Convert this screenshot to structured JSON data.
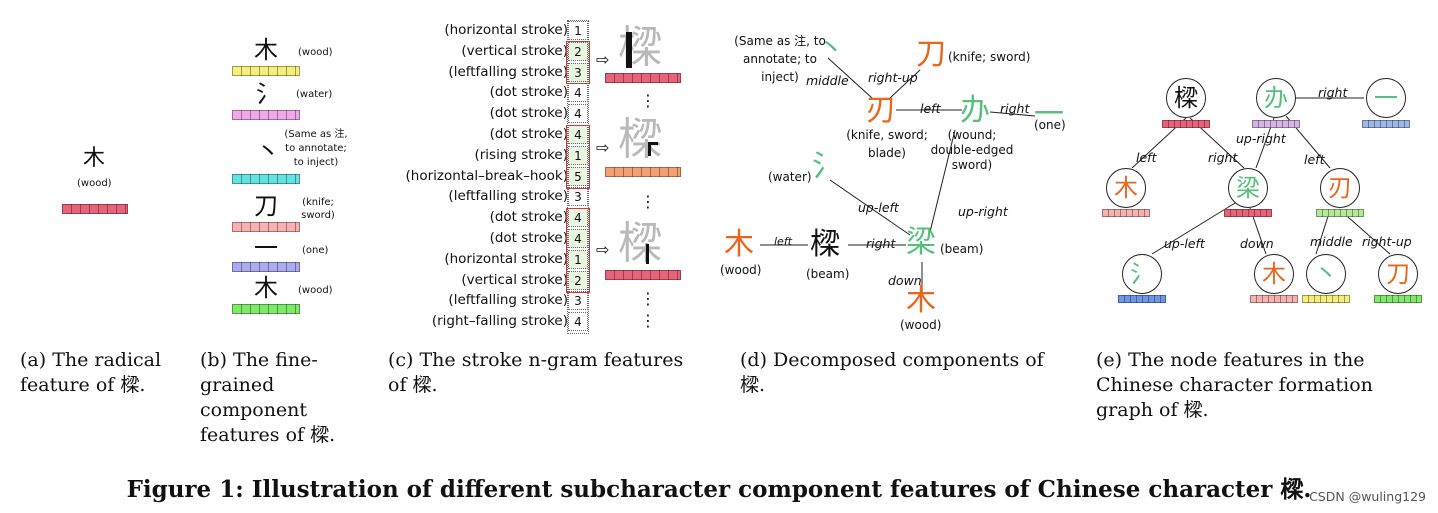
{
  "colors": {
    "red": "#e8637a",
    "yellow": "#f3ef7a",
    "pink": "#f0a8e8",
    "cyan": "#62e3e3",
    "salmon": "#f7b1b0",
    "lavender": "#adaaee",
    "green": "#7eea6a",
    "orange": "#f3a172",
    "blue": "#6f95e8",
    "orange_hz": "#e9661e",
    "green_hz": "#55c07a"
  },
  "panel_a": {
    "char": "木",
    "gloss": "(wood)",
    "caption": "(a) The radical feature of 樑."
  },
  "panel_b": {
    "items": [
      {
        "char": "木",
        "gloss": "(wood)"
      },
      {
        "char": "氵",
        "gloss": "(water)"
      },
      {
        "char": "丶",
        "gloss": "(Same as 注, to annotate; to inject)"
      },
      {
        "char": "刀",
        "gloss": "(knife; sword)"
      },
      {
        "char": "一",
        "gloss": "(one)"
      },
      {
        "char": "木",
        "gloss": "(wood)"
      }
    ],
    "caption": "(b) The fine-grained component features of 樑."
  },
  "panel_c": {
    "strokes": [
      {
        "name": "(horizontal stroke)",
        "num": "1"
      },
      {
        "name": "(vertical stroke)",
        "num": "2"
      },
      {
        "name": "(leftfalling stroke)",
        "num": "3"
      },
      {
        "name": "(dot stroke)",
        "num": "4"
      },
      {
        "name": "(dot stroke)",
        "num": "4"
      },
      {
        "name": "(dot stroke)",
        "num": "4"
      },
      {
        "name": "(rising stroke)",
        "num": "1"
      },
      {
        "name": "(horizontal–break–hook)",
        "num": "5"
      },
      {
        "name": "(leftfalling stroke)",
        "num": "3"
      },
      {
        "name": "(dot stroke)",
        "num": "4"
      },
      {
        "name": "(dot stroke)",
        "num": "4"
      },
      {
        "name": "(horizontal stroke)",
        "num": "1"
      },
      {
        "name": "(vertical stroke)",
        "num": "2"
      },
      {
        "name": "(leftfalling stroke)",
        "num": "3"
      },
      {
        "name": "(right–falling stroke)",
        "num": "4"
      }
    ],
    "ngram_char": "樑",
    "ellipsis": "⋮",
    "caption": "(c) The stroke n-gram features of 樑."
  },
  "panel_d": {
    "nodes": {
      "main": "樑",
      "main_gloss": "(beam)",
      "wood_left": "木",
      "wood_left_gloss": "(wood)",
      "beam": "梁",
      "beam_gloss": "(beam)",
      "wood_bottom": "木",
      "wood_bottom_gloss": "(wood)",
      "water": "氵",
      "water_gloss": "(water)",
      "blade": "刃",
      "blade_gloss": "(knife, sword; blade)",
      "knife": "刀",
      "knife_gloss": "(knife; sword)",
      "dot": "丶",
      "dot_gloss": "(Same as 注, to annotate; to inject)",
      "wound": "办",
      "wound_gloss": "(wound; double-edged sword)",
      "one": "一",
      "one_gloss": "(one)"
    },
    "edges": [
      "left",
      "right",
      "down",
      "up-left",
      "up-right",
      "left",
      "right",
      "middle",
      "right-up"
    ],
    "caption": "(d) Decomposed components of 樑."
  },
  "panel_e": {
    "nodes": [
      "樑",
      "办",
      "一",
      "木",
      "梁",
      "刃",
      "氵",
      "木",
      "丶",
      "刀"
    ],
    "edges": [
      "right",
      "left",
      "right",
      "up-right",
      "left",
      "up-left",
      "down",
      "middle",
      "right-up"
    ],
    "caption": "(e) The node features in the Chinese character formation graph of 樑."
  },
  "figure_caption": "Figure 1: Illustration of different subcharacter component features of Chinese character 樑.",
  "watermark": "CSDN @wuling129"
}
